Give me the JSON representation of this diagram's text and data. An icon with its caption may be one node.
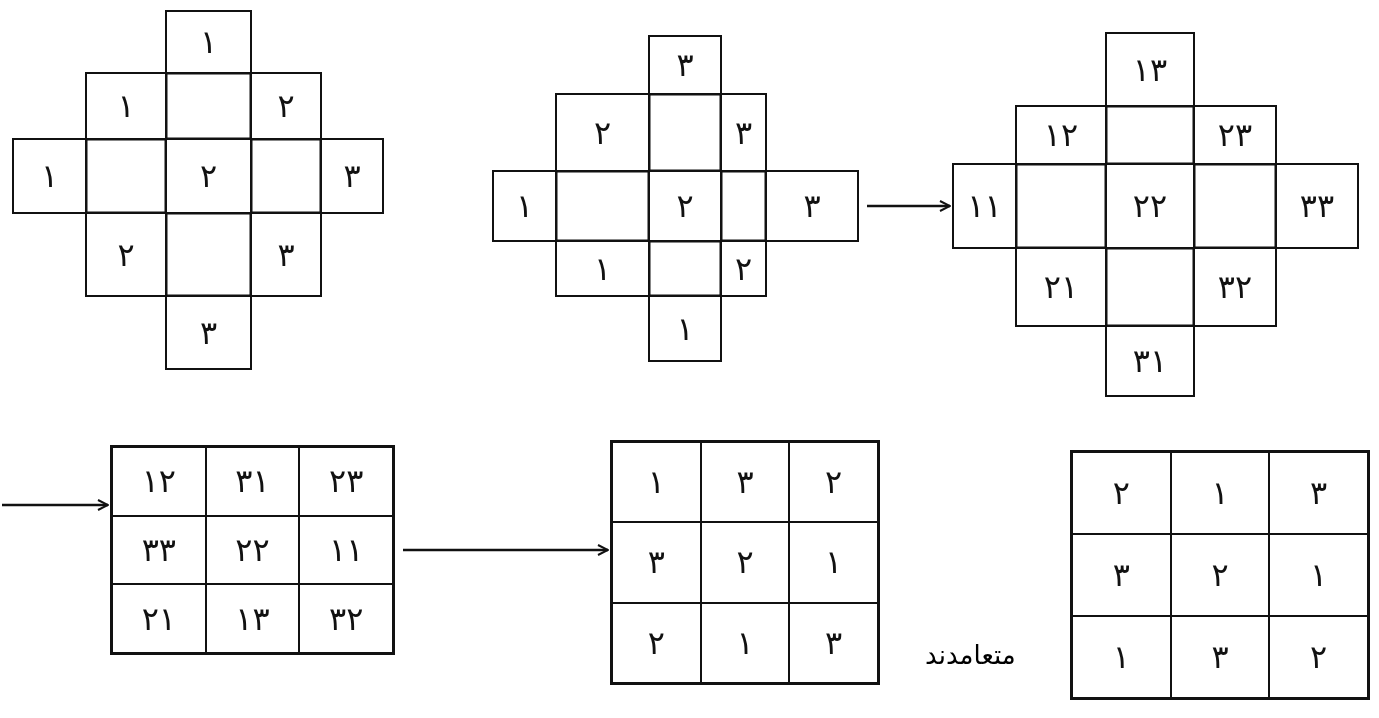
{
  "diagram": {
    "nodes": [
      {
        "text": [
          "۱"
        ]
      },
      {
        "text": [
          "۱"
        ]
      },
      {
        "text": [],
        "shape": "box"
      },
      {
        "text": [
          "۲"
        ]
      },
      {
        "text": [
          "۱"
        ]
      },
      {
        "text": [],
        "shape": "box"
      },
      {
        "text": [
          "۲"
        ]
      },
      {
        "text": [],
        "shape": "box"
      },
      {
        "text": [
          "۳"
        ]
      },
      {
        "text": [
          "۲"
        ]
      },
      {
        "text": [],
        "shape": "box"
      },
      {
        "text": [
          "۳"
        ]
      },
      {
        "text": [
          "۳"
        ]
      },
      {
        "text": [
          "۳"
        ]
      },
      {
        "text": [
          "۲"
        ]
      },
      {
        "text": [],
        "shape": "box"
      },
      {
        "text": [
          "۳"
        ]
      },
      {
        "text": [
          "۱"
        ]
      },
      {
        "text": [],
        "shape": "box"
      },
      {
        "text": [
          "۲"
        ]
      },
      {
        "text": [],
        "shape": "box"
      },
      {
        "text": [
          "۳"
        ]
      },
      {
        "text": [
          "۱"
        ]
      },
      {
        "text": [],
        "shape": "box"
      },
      {
        "text": [
          "۲"
        ]
      },
      {
        "text": [
          "۱"
        ]
      },
      {
        "text": [
          "۱۳"
        ]
      },
      {
        "text": [
          "۱۲"
        ]
      },
      {
        "text": [],
        "shape": "box"
      },
      {
        "text": [
          "۲۳"
        ]
      },
      {
        "text": [
          "۱۱"
        ]
      },
      {
        "text": [],
        "shape": "box"
      },
      {
        "text": [
          "۲۲"
        ]
      },
      {
        "text": [],
        "shape": "box"
      },
      {
        "text": [
          "۳۳"
        ]
      },
      {
        "text": [
          "۲۱"
        ]
      },
      {
        "text": [],
        "shape": "box"
      },
      {
        "text": [
          "۳۲"
        ]
      },
      {
        "text": [
          "۳۱"
        ]
      },
      {
        "text": [],
        "shape": "box"
      },
      {
        "text": [
          "۱۲"
        ],
        "in": 39
      },
      {
        "text": [
          "۳۱"
        ],
        "in": 39
      },
      {
        "text": [
          "۲۳"
        ],
        "in": 39
      },
      {
        "text": [
          "۳۳"
        ],
        "in": 39
      },
      {
        "text": [
          "۲۲"
        ],
        "in": 39
      },
      {
        "text": [
          "۱۱"
        ],
        "in": 39
      },
      {
        "text": [
          "۲۱"
        ],
        "in": 39
      },
      {
        "text": [
          "۱۳"
        ],
        "in": 39
      },
      {
        "text": [
          "۳۲"
        ],
        "in": 39
      },
      {
        "text": [],
        "shape": "box"
      },
      {
        "text": [
          "۱"
        ],
        "in": 49
      },
      {
        "text": [
          "۳"
        ],
        "in": 49
      },
      {
        "text": [
          "۲"
        ],
        "in": 49
      },
      {
        "text": [
          "۳"
        ],
        "in": 49
      },
      {
        "text": [
          "۲"
        ],
        "in": 49
      },
      {
        "text": [
          "۱"
        ],
        "in": 49
      },
      {
        "text": [
          "۲"
        ],
        "in": 49
      },
      {
        "text": [
          "۱"
        ],
        "in": 49
      },
      {
        "text": [
          "۳"
        ],
        "in": 49
      },
      {
        "text": [],
        "shape": "box"
      },
      {
        "text": [
          "۲"
        ],
        "in": 59
      },
      {
        "text": [
          "۱"
        ],
        "in": 59
      },
      {
        "text": [
          "۳"
        ],
        "in": 59
      },
      {
        "text": [
          "۳"
        ],
        "in": 59
      },
      {
        "text": [
          "۲"
        ],
        "in": 59
      },
      {
        "text": [
          "۱"
        ],
        "in": 59
      },
      {
        "text": [
          "۱"
        ],
        "in": 59
      },
      {
        "text": [
          "۳"
        ],
        "in": 59
      },
      {
        "text": [
          "۲"
        ],
        "in": 59
      }
    ],
    "edges": [
      {
        "from": 21,
        "to": 30,
        "arrow": "to"
      },
      {
        "from": null,
        "to": 39,
        "arrow": "to"
      },
      {
        "from": 39,
        "to": 49,
        "arrow": "to"
      }
    ],
    "labels": [
      "متعامدند"
    ]
  }
}
